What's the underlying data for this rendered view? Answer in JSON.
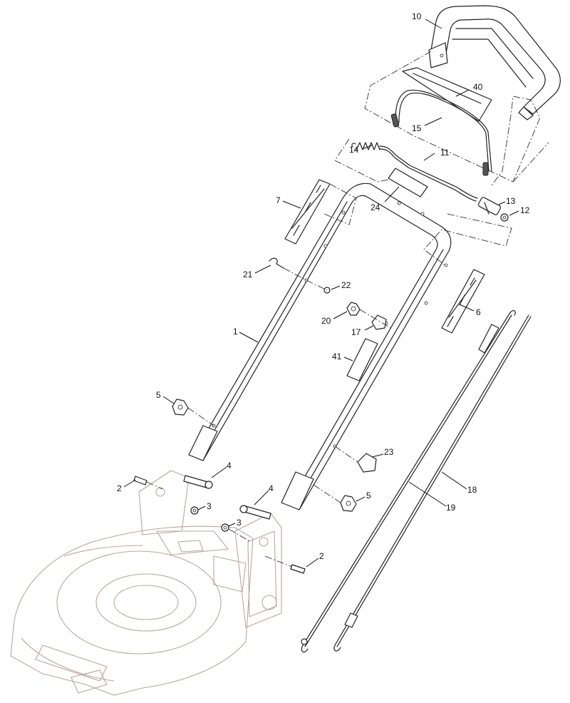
{
  "callouts": [
    {
      "id": "c10",
      "label": "10"
    },
    {
      "id": "c40",
      "label": "40"
    },
    {
      "id": "c15",
      "label": "15"
    },
    {
      "id": "c14",
      "label": "14"
    },
    {
      "id": "c11",
      "label": "11"
    },
    {
      "id": "c7",
      "label": "7"
    },
    {
      "id": "c24",
      "label": "24"
    },
    {
      "id": "c13",
      "label": "13"
    },
    {
      "id": "c12",
      "label": "12"
    },
    {
      "id": "c21",
      "label": "21"
    },
    {
      "id": "c22",
      "label": "22"
    },
    {
      "id": "c6",
      "label": "6"
    },
    {
      "id": "c20",
      "label": "20"
    },
    {
      "id": "c17",
      "label": "17"
    },
    {
      "id": "c1",
      "label": "1"
    },
    {
      "id": "c41",
      "label": "41"
    },
    {
      "id": "c5a",
      "label": "5"
    },
    {
      "id": "c23",
      "label": "23"
    },
    {
      "id": "c4a",
      "label": "4"
    },
    {
      "id": "c2a",
      "label": "2"
    },
    {
      "id": "c3a",
      "label": "3"
    },
    {
      "id": "c4b",
      "label": "4"
    },
    {
      "id": "c5b",
      "label": "5"
    },
    {
      "id": "c18",
      "label": "18"
    },
    {
      "id": "c3b",
      "label": "3"
    },
    {
      "id": "c19",
      "label": "19"
    },
    {
      "id": "c2b",
      "label": "2"
    }
  ]
}
